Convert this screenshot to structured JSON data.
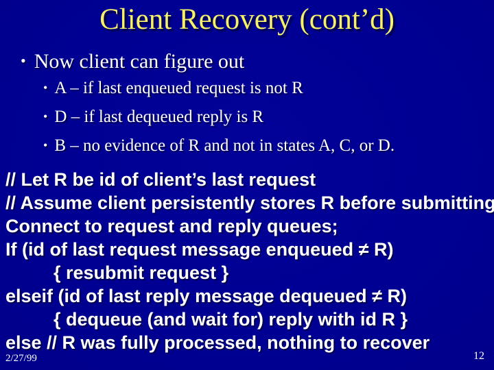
{
  "slide": {
    "title": "Client Recovery (cont’d)",
    "bullet_char": "•",
    "main_bullet": "Now client can figure out",
    "sub_bullets": [
      "A – if last enqueued request is not R",
      "D – if last dequeued reply is R",
      "B – no evidence of R and not in states A, C, or D."
    ],
    "code_lines": [
      "// Let R be id of client’s last request",
      "// Assume client persistently stores R before submitting",
      "Connect to request and reply queues;",
      "If (id of last request message enqueued ≠ R)",
      "{ resubmit request }",
      "elseif (id of last reply message dequeued ≠ R)",
      "{ dequeue (and wait for) reply with id R }",
      "else // R was fully processed, nothing to recover"
    ],
    "footer": {
      "date": "2/27/99",
      "slide_number": "12"
    },
    "colors": {
      "background": "#000092",
      "title_text": "#F6F169",
      "body_text": "#FFFFFF"
    }
  }
}
